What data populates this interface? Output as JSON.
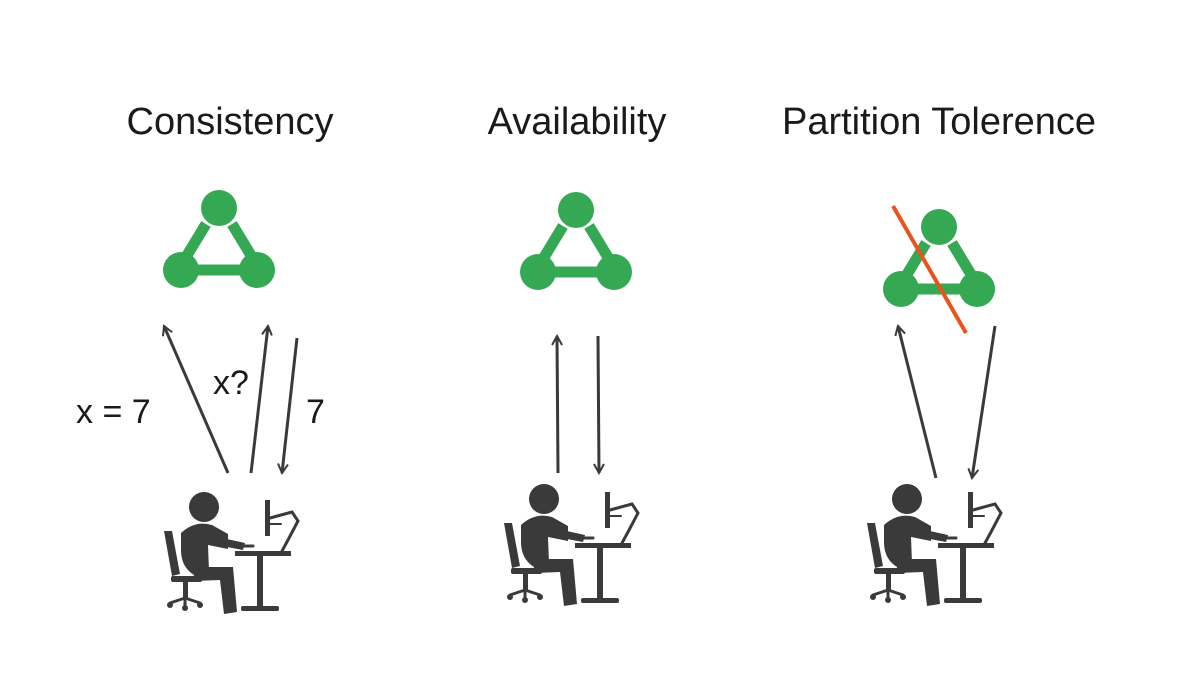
{
  "titles": {
    "consistency": "Consistency",
    "availability": "Availability",
    "partition": "Partition Tolerence"
  },
  "labels": {
    "write": "x = 7",
    "read": "x?",
    "response": "7"
  },
  "colors": {
    "node": "#34a853",
    "partition_line": "#e8541e",
    "ink": "#3a3a3a",
    "text": "#1a1a1a"
  },
  "icons": [
    "cluster-icon",
    "person-at-desk-icon",
    "arrow-icon"
  ]
}
